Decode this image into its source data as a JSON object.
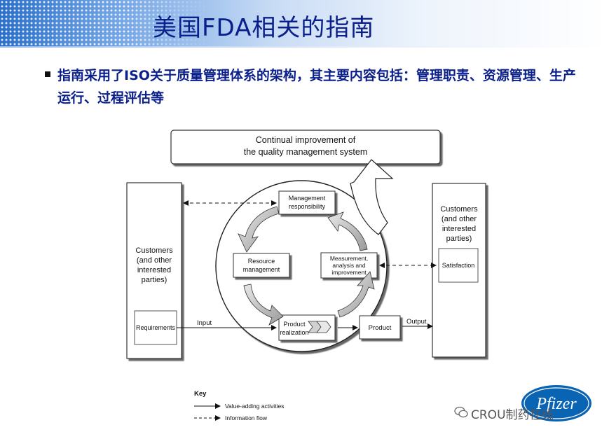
{
  "slide": {
    "title": "美国FDA相关的指南",
    "bullet": "指南采用了ISO关于质量管理体系的架构，其主要内容包括：管理职责、资源管理、生产运行、过程评估等"
  },
  "diagram": {
    "top_box_line1": "Continual improvement of",
    "top_box_line2": "the quality management system",
    "left_customers": [
      "Customers",
      "(and other",
      "interested",
      "parties)"
    ],
    "requirements": "Requirements",
    "right_customers": [
      "Customers",
      "(and other",
      "interested",
      "parties)"
    ],
    "satisfaction": "Satisfaction",
    "management": [
      "Management",
      "responsibility"
    ],
    "resource": [
      "Resource",
      "management"
    ],
    "measurement": [
      "Measurement,",
      "analysis and",
      "improvement"
    ],
    "product_realization": [
      "Product",
      "realization"
    ],
    "product": "Product",
    "input_label": "Input",
    "output_label": "Output",
    "key_title": "Key",
    "key_value": "Value-adding activities",
    "key_info": "Information flow"
  },
  "branding": {
    "watermark": "CROU制药在线",
    "logo_text": "Pfizer",
    "logo_color": "#0a64b4"
  }
}
